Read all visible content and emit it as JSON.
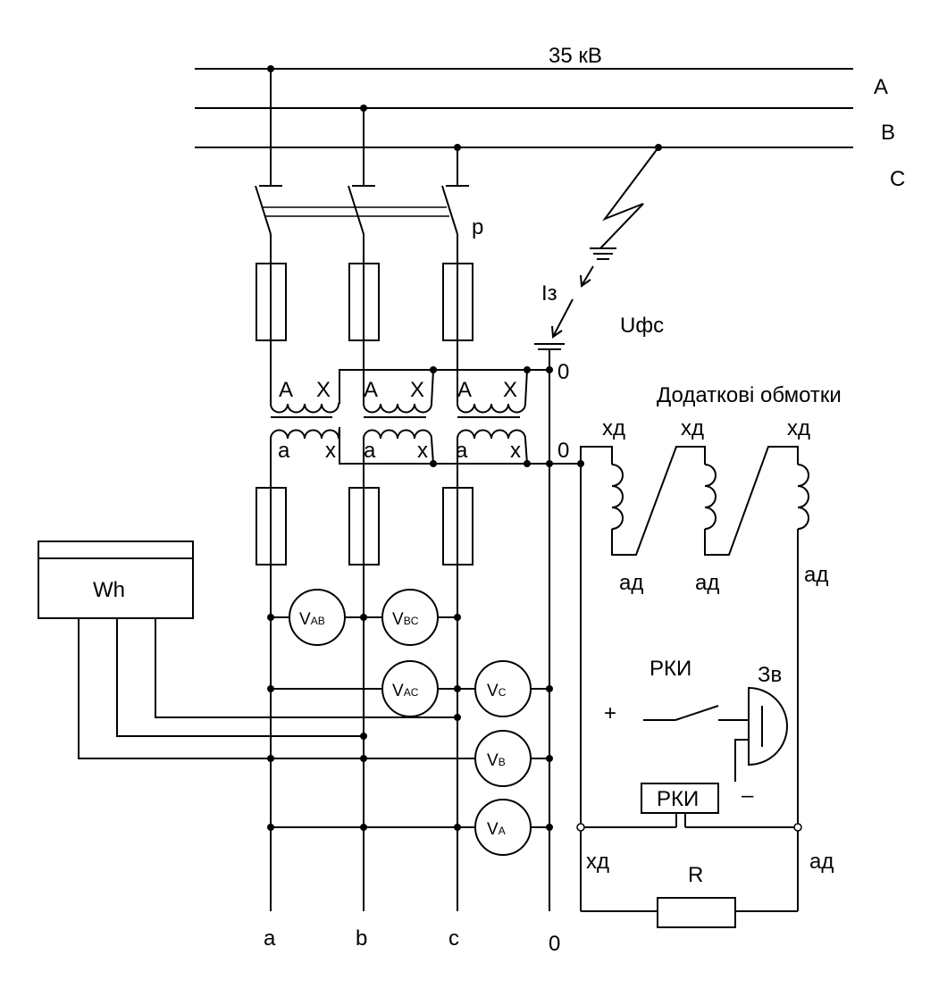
{
  "bus": {
    "voltage": "35 кВ",
    "phase_a": "A",
    "phase_b": "B",
    "phase_c": "C"
  },
  "fault": {
    "switch_label": "р",
    "current_label": "Iз",
    "voltage_label": "Uфс"
  },
  "transformer": {
    "primary_start": "A",
    "primary_end": "X",
    "secondary_start": "a",
    "secondary_end": "x",
    "neutral_top": "0",
    "neutral_bottom": "0"
  },
  "extra_windings": {
    "title": "Додаткові обмотки",
    "start": "хд",
    "end": "ад"
  },
  "meter": {
    "label": "Wh"
  },
  "voltmeters": [
    {
      "main": "V",
      "sub": "AB"
    },
    {
      "main": "V",
      "sub": "BC"
    },
    {
      "main": "V",
      "sub": "AC"
    },
    {
      "main": "V",
      "sub": "C"
    },
    {
      "main": "V",
      "sub": "B"
    },
    {
      "main": "V",
      "sub": "A"
    }
  ],
  "relay": {
    "label": "РКИ",
    "relay_box": "РКИ",
    "buzzer": "Зв",
    "plus": "+",
    "minus": "–",
    "resistor": "R",
    "left_terminal": "хд",
    "right_terminal": "ад"
  },
  "outputs": {
    "a": "a",
    "b": "b",
    "c": "c",
    "zero": "0"
  }
}
